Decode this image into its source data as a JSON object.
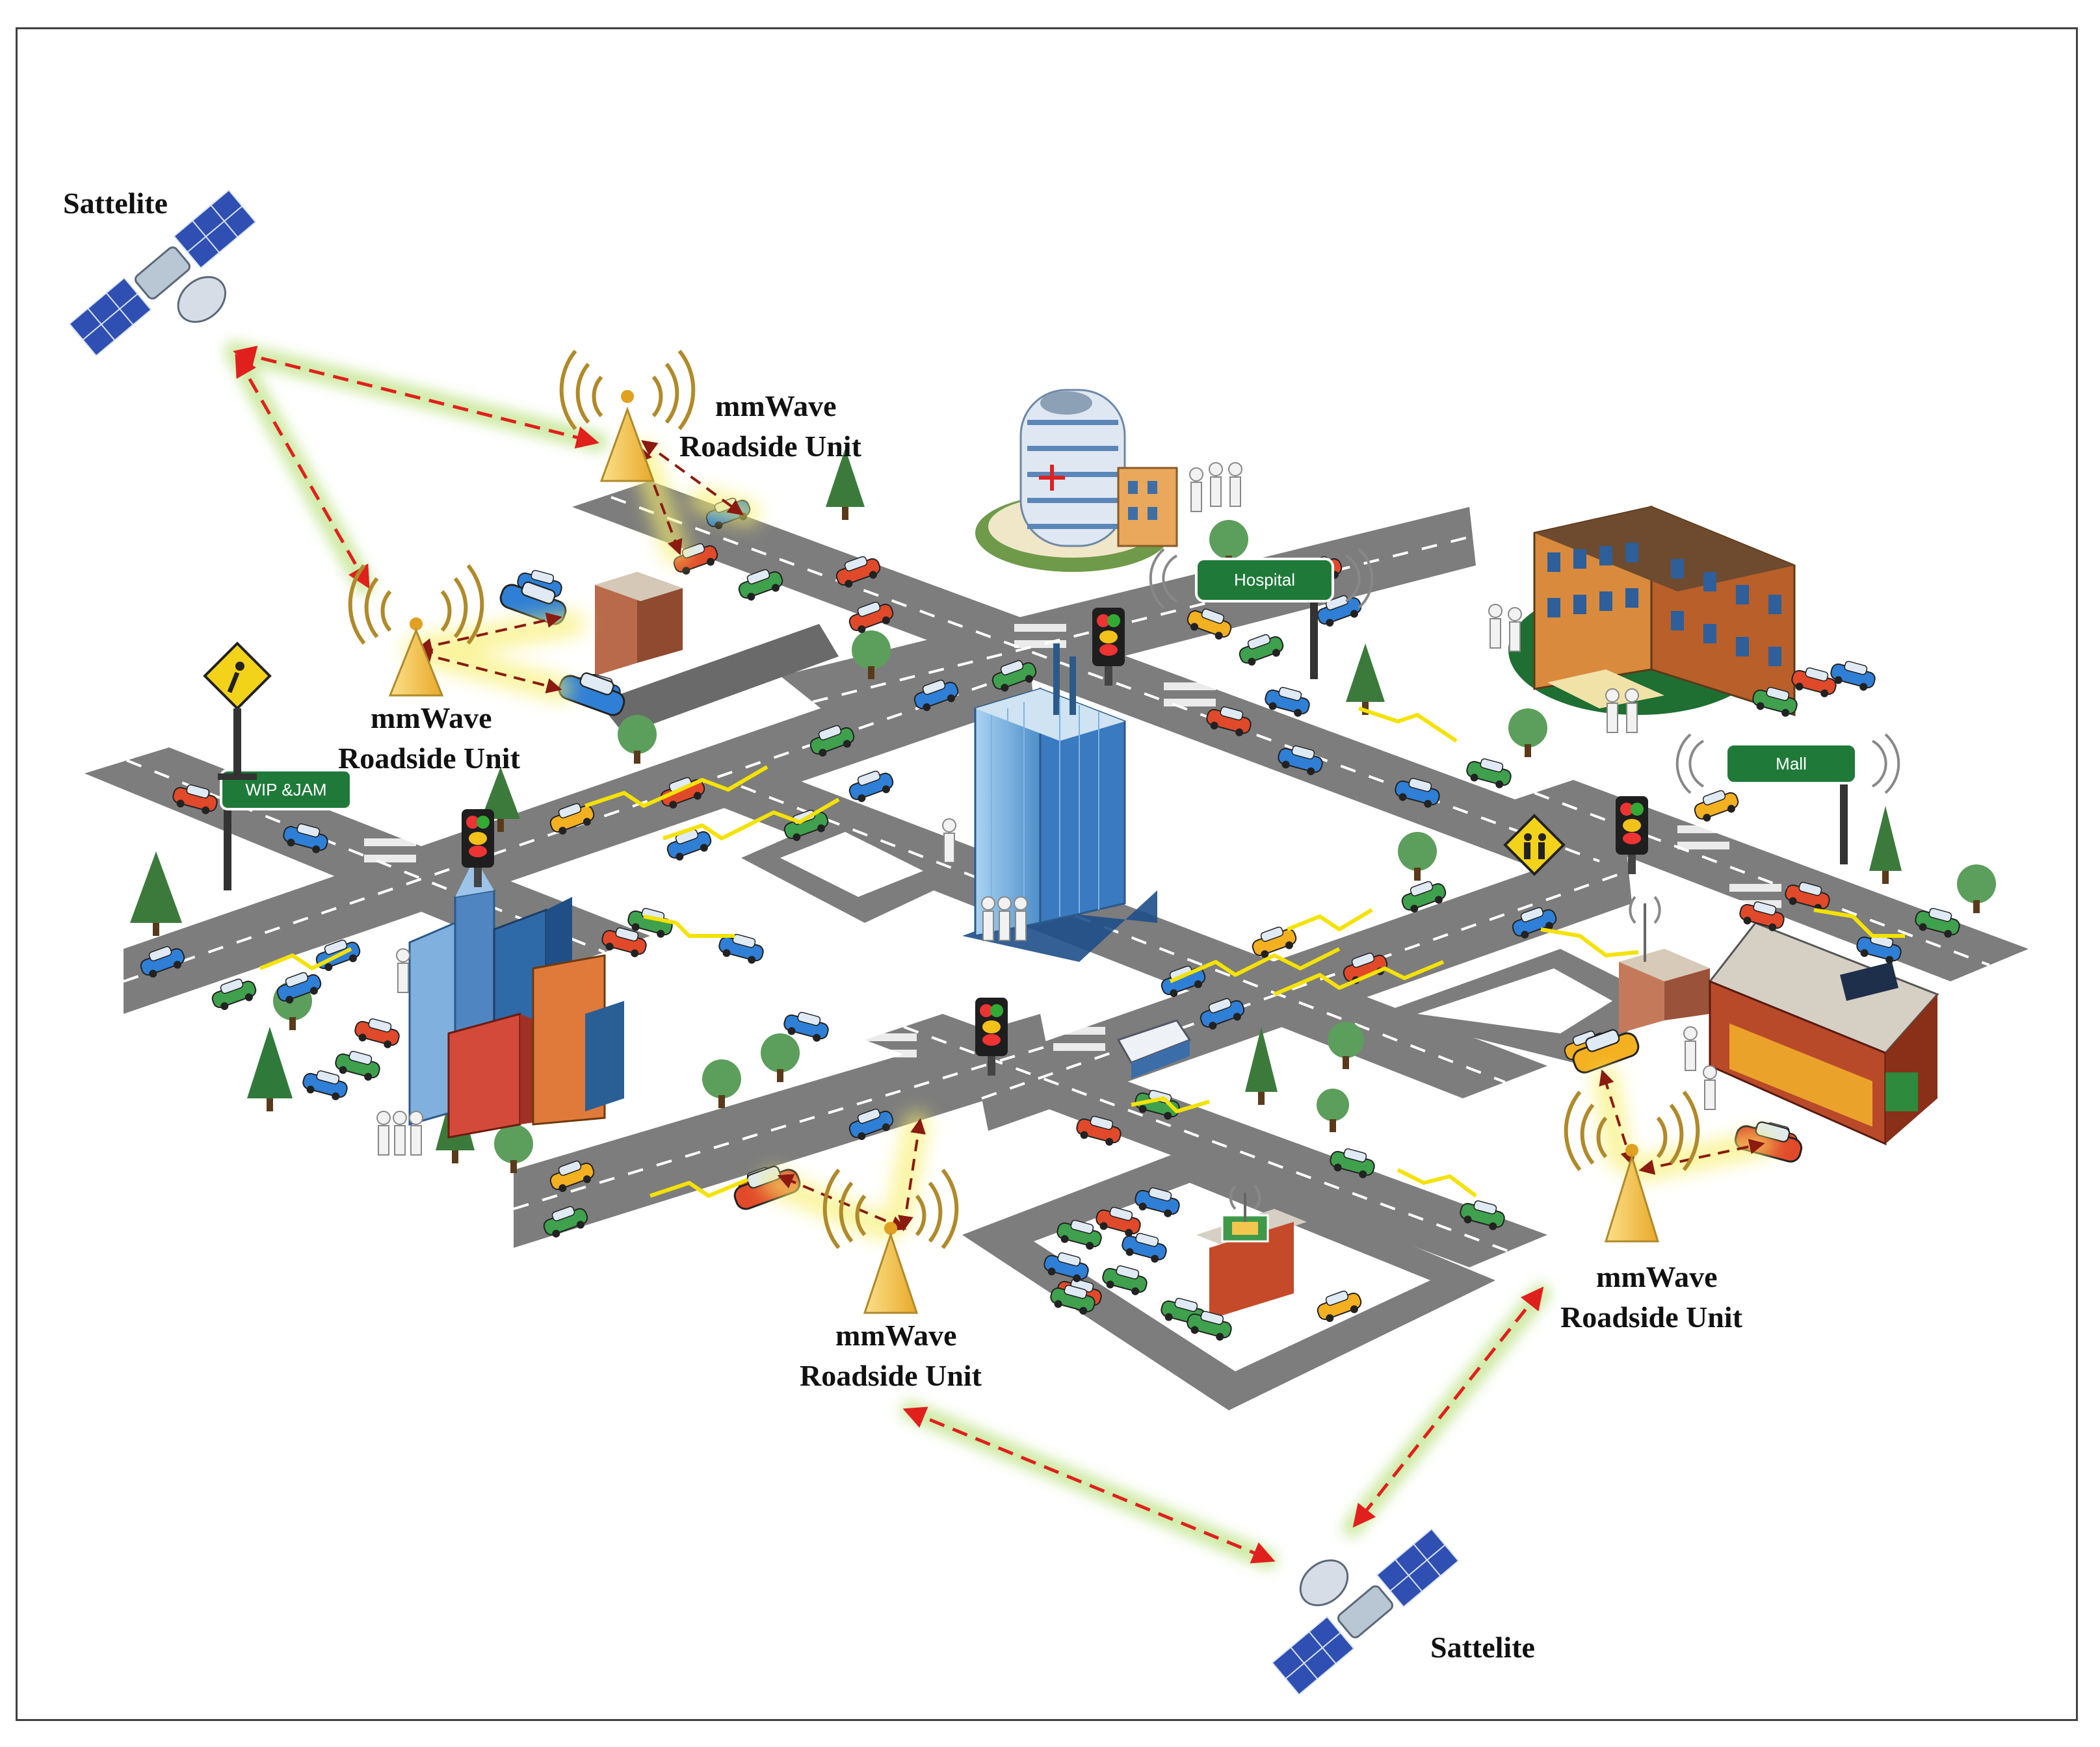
{
  "labels": {
    "satellite_top": "Sattelite",
    "satellite_bottom": "Sattelite",
    "rsu_line1": "mmWave",
    "rsu_line2": "Roadside Unit"
  },
  "signs": {
    "hospital": "Hospital",
    "mall": "Mall",
    "wip": "WIP &JAM"
  },
  "colors": {
    "road": "#7d7d7d",
    "road_dark": "#5e5e5e",
    "link_red": "#e0201c",
    "link_glow": "#b8e07a",
    "v2v_brown": "#8b1a10",
    "lightning": "#f5e200",
    "tower": "#f3c64d",
    "car_blue": "#2f7fd6",
    "car_green": "#3fa14d",
    "car_red": "#e04a2a",
    "car_yellow": "#f3b020"
  }
}
